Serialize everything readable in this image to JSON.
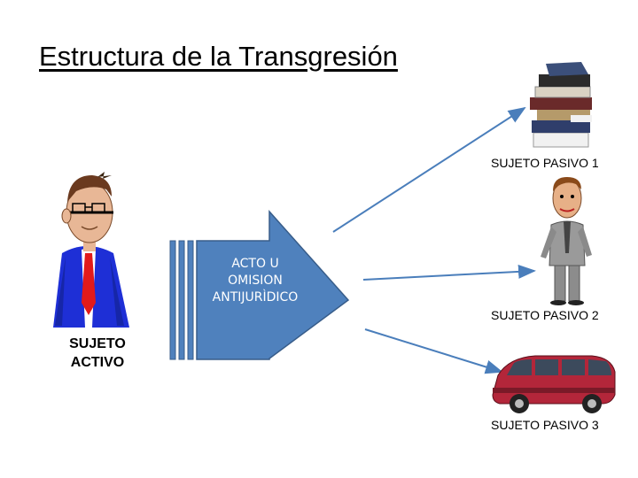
{
  "title": "Estructura de la Transgresión",
  "act": {
    "line1": "ACTO U",
    "line2": "OMISION",
    "line3": "ANTIJURÌDICO"
  },
  "active_subject": {
    "line1": "SUJETO",
    "line2": "ACTIVO"
  },
  "passive_subjects": [
    {
      "label": "SUJETO PASIVO 1",
      "icon": "books-icon"
    },
    {
      "label": "SUJETO PASIVO 2",
      "icon": "man-in-suit-icon"
    },
    {
      "label": "SUJETO PASIVO 3",
      "icon": "minivan-icon"
    }
  ],
  "colors": {
    "arrow_fill": "#4f81bd",
    "arrow_border": "#385d8a",
    "connector": "#4a7ebb"
  }
}
